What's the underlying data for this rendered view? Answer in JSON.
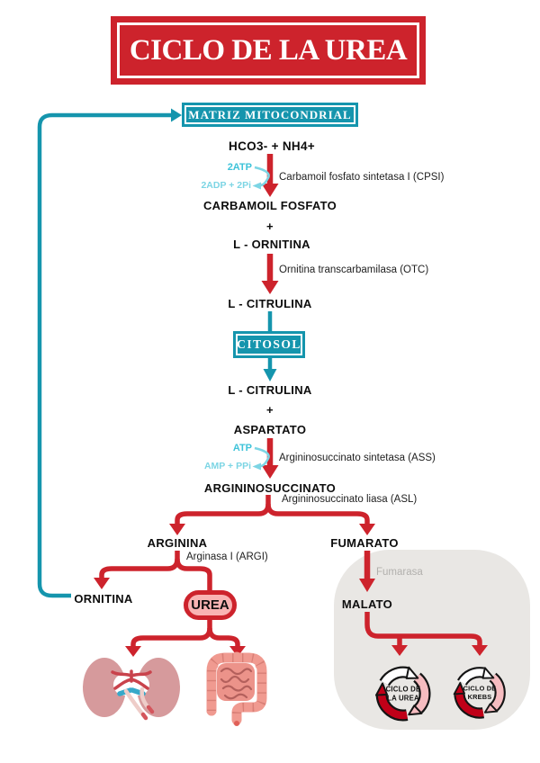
{
  "title": "CICLO DE LA UREA",
  "compartments": {
    "matrix": "MATRIZ MITOCONDRIAL",
    "cytosol": "CITOSOL"
  },
  "metabolites": {
    "substrates": "HCO3- + NH4+",
    "carbamoyl_phosphate": "CARBAMOIL FOSFATO",
    "plus_1": "+",
    "l_ornithine": "L - ORNITINA",
    "l_citrulline_matrix": "L - CITRULINA",
    "l_citrulline_cytosol": "L - CITRULINA",
    "plus_2": "+",
    "aspartate": "ASPARTATO",
    "argininosuccinate": "ARGININOSUCCINATO",
    "arginine": "ARGININA",
    "fumarate": "FUMARATO",
    "ornithine": "ORNITINA",
    "urea": "UREA",
    "malate": "MALATO"
  },
  "enzymes": {
    "cpsi": "Carbamoil fosfato sintetasa I (CPSI)",
    "otc": "Ornitina transcarbamilasa (OTC)",
    "ass": "Argininosuccinato sintetasa (ASS)",
    "asl": "Argininosuccinato liasa (ASL)",
    "argi": "Arginasa I (ARGI)",
    "fumarasa": "Fumarasa"
  },
  "cofactors": {
    "cpsi_in": "2ATP",
    "cpsi_out": "2ADP + 2Pi",
    "ass_in": "ATP",
    "ass_out": "AMP + PPi"
  },
  "cycles": {
    "urea": {
      "line1": "CICLO DE",
      "line2": "LA UREA"
    },
    "krebs": {
      "line1": "CICLO DE",
      "line2": "KREBS"
    }
  },
  "colors": {
    "red": "#cd232c",
    "teal": "#1595ad",
    "cyan_in": "#3ec3d9",
    "cyan_out": "#7cd5e4",
    "pink": "#f9b3b3",
    "cycle_pink": "#f6bcc0",
    "cycle_dark_red": "#c00018",
    "gray_panel": "#e9e7e4",
    "gray_text": "#b2b0ad",
    "kidney": "#d69a9c",
    "intestine": "#f09a90"
  }
}
